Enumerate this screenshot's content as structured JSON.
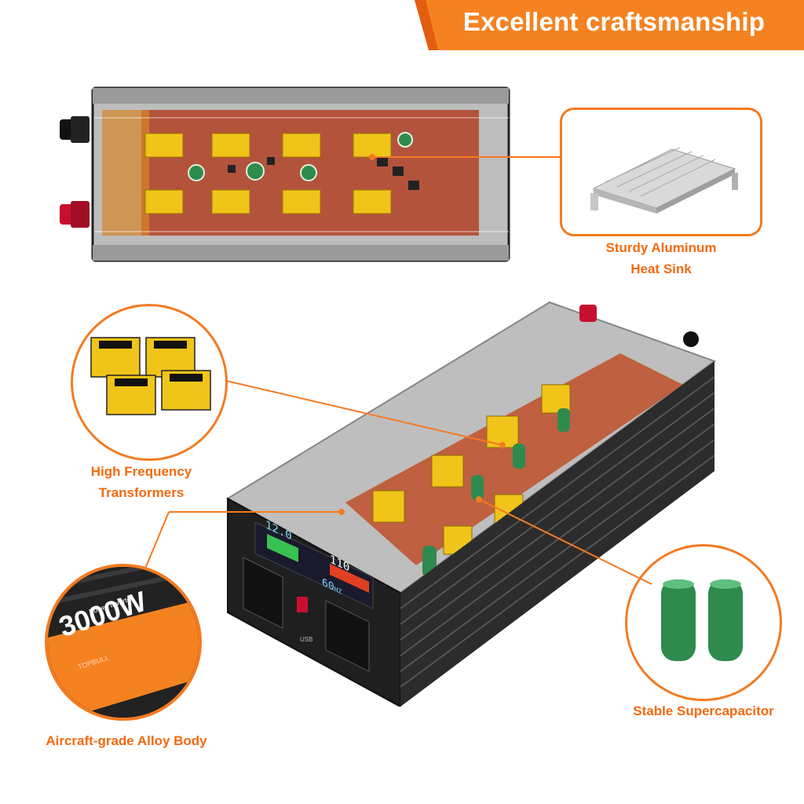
{
  "header": {
    "title": "Excellent craftsmanship"
  },
  "callouts": {
    "heat_sink": {
      "line1": "Sturdy Aluminum",
      "line2": "Heat Sink"
    },
    "transformers": {
      "line1": "High Frequency",
      "line2": "Transformers"
    },
    "alloy_body": {
      "label": "Aircraft-grade Alloy Body"
    },
    "supercapacitor": {
      "label": "Stable Supercapacitor"
    }
  },
  "product": {
    "power_rating": "3000W",
    "type_label": "Power Inverter",
    "brand": "TOPBULL",
    "display": {
      "voltage": "12.0",
      "output": "110",
      "frequency": "60",
      "freq_unit": "HZ"
    },
    "usb_label": "USB"
  },
  "colors": {
    "accent": "#f47a22",
    "label": "#f26a10",
    "body": "#2a2a2a"
  }
}
